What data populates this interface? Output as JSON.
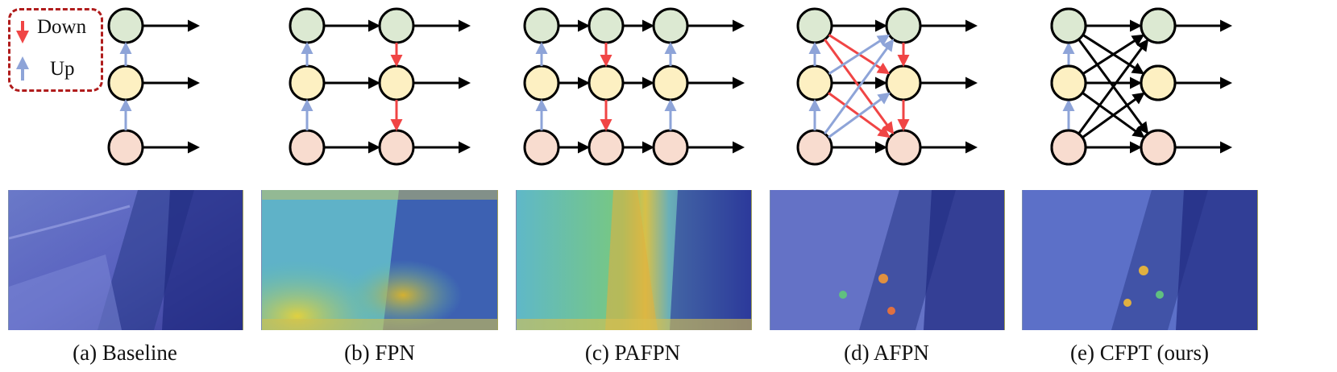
{
  "legend": {
    "down_label": "Down",
    "up_label": "Up"
  },
  "colors": {
    "down_arrow": "#f04545",
    "up_arrow": "#8ea4d8",
    "node_top": "#dce9d2",
    "node_mid": "#fdf0c2",
    "node_bottom": "#f8dccf",
    "node_stroke": "#000000",
    "legend_border": "#b01c1c"
  },
  "panels": [
    {
      "id": "a",
      "caption": "(a) Baseline"
    },
    {
      "id": "b",
      "caption": "(b) FPN"
    },
    {
      "id": "c",
      "caption": "(c) PAFPN"
    },
    {
      "id": "d",
      "caption": "(d) AFPN"
    },
    {
      "id": "e",
      "caption": "(e) CFPT (ours)"
    }
  ]
}
